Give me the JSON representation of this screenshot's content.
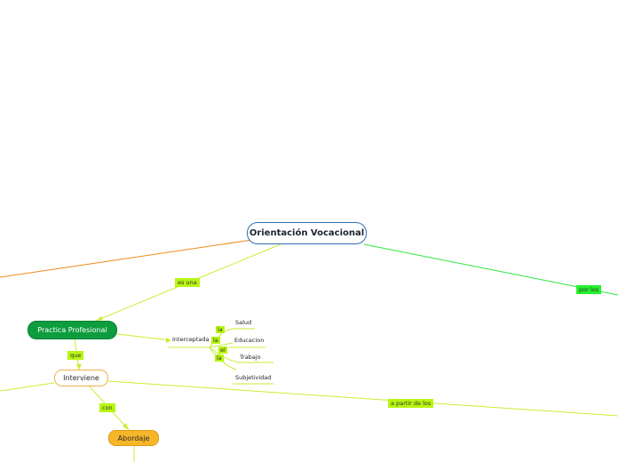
{
  "nodes": {
    "root": "Orientación Vocacional",
    "practica": "Practica Profesional",
    "interviene": "Interviene",
    "abordaje": "Abordaje",
    "interceptada": "Interceptada",
    "salud": "Salud",
    "educacion": "Educacion",
    "trabajo": "Trabajo",
    "subjetividad": "Subjetividad"
  },
  "connectors": {
    "es_una": "es una",
    "por_los": "por los",
    "que": "que",
    "con": "con",
    "a_partir": "a partir de los",
    "la1": "la",
    "la2": "la",
    "el": "el",
    "la3": "la"
  },
  "colors": {
    "root_border": "#2f6fb1",
    "practica_fill": "#0d9c3e",
    "interviene_border": "#f0b048",
    "abordaje_fill": "#f7b52a",
    "label_fill": "#b8f511",
    "label_green": "#27f02e",
    "line_yellow": "#c8ee34",
    "line_orange": "#f08a1a",
    "line_green": "#2ee83a"
  }
}
